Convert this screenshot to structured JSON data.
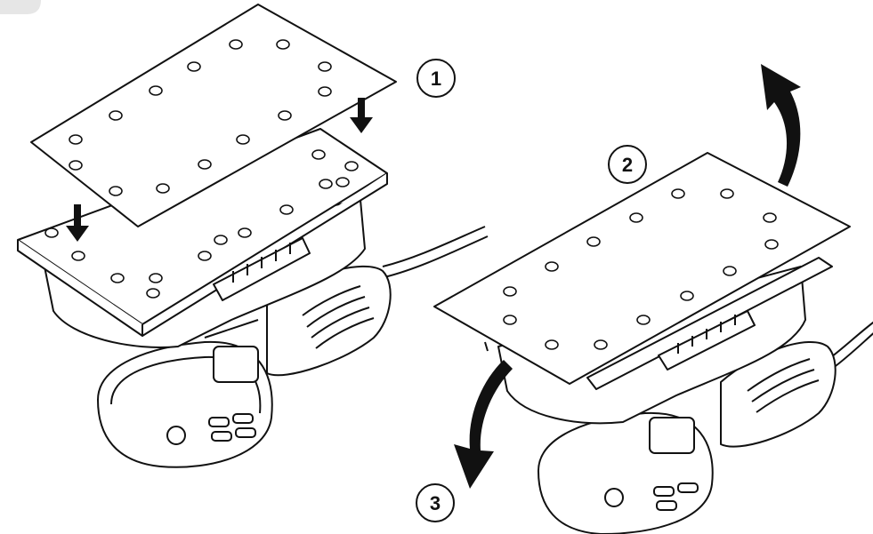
{
  "steps": [
    {
      "number": "1"
    },
    {
      "number": "2"
    },
    {
      "number": "3"
    }
  ],
  "colors": {
    "line": "#111111",
    "fill": "#ffffff",
    "tab": "#e6e6e6"
  },
  "icons": [
    "arrow-down-icon",
    "arrow-curved-up-icon",
    "arrow-curved-down-icon",
    "sanding-sheet",
    "orbital-sander"
  ]
}
